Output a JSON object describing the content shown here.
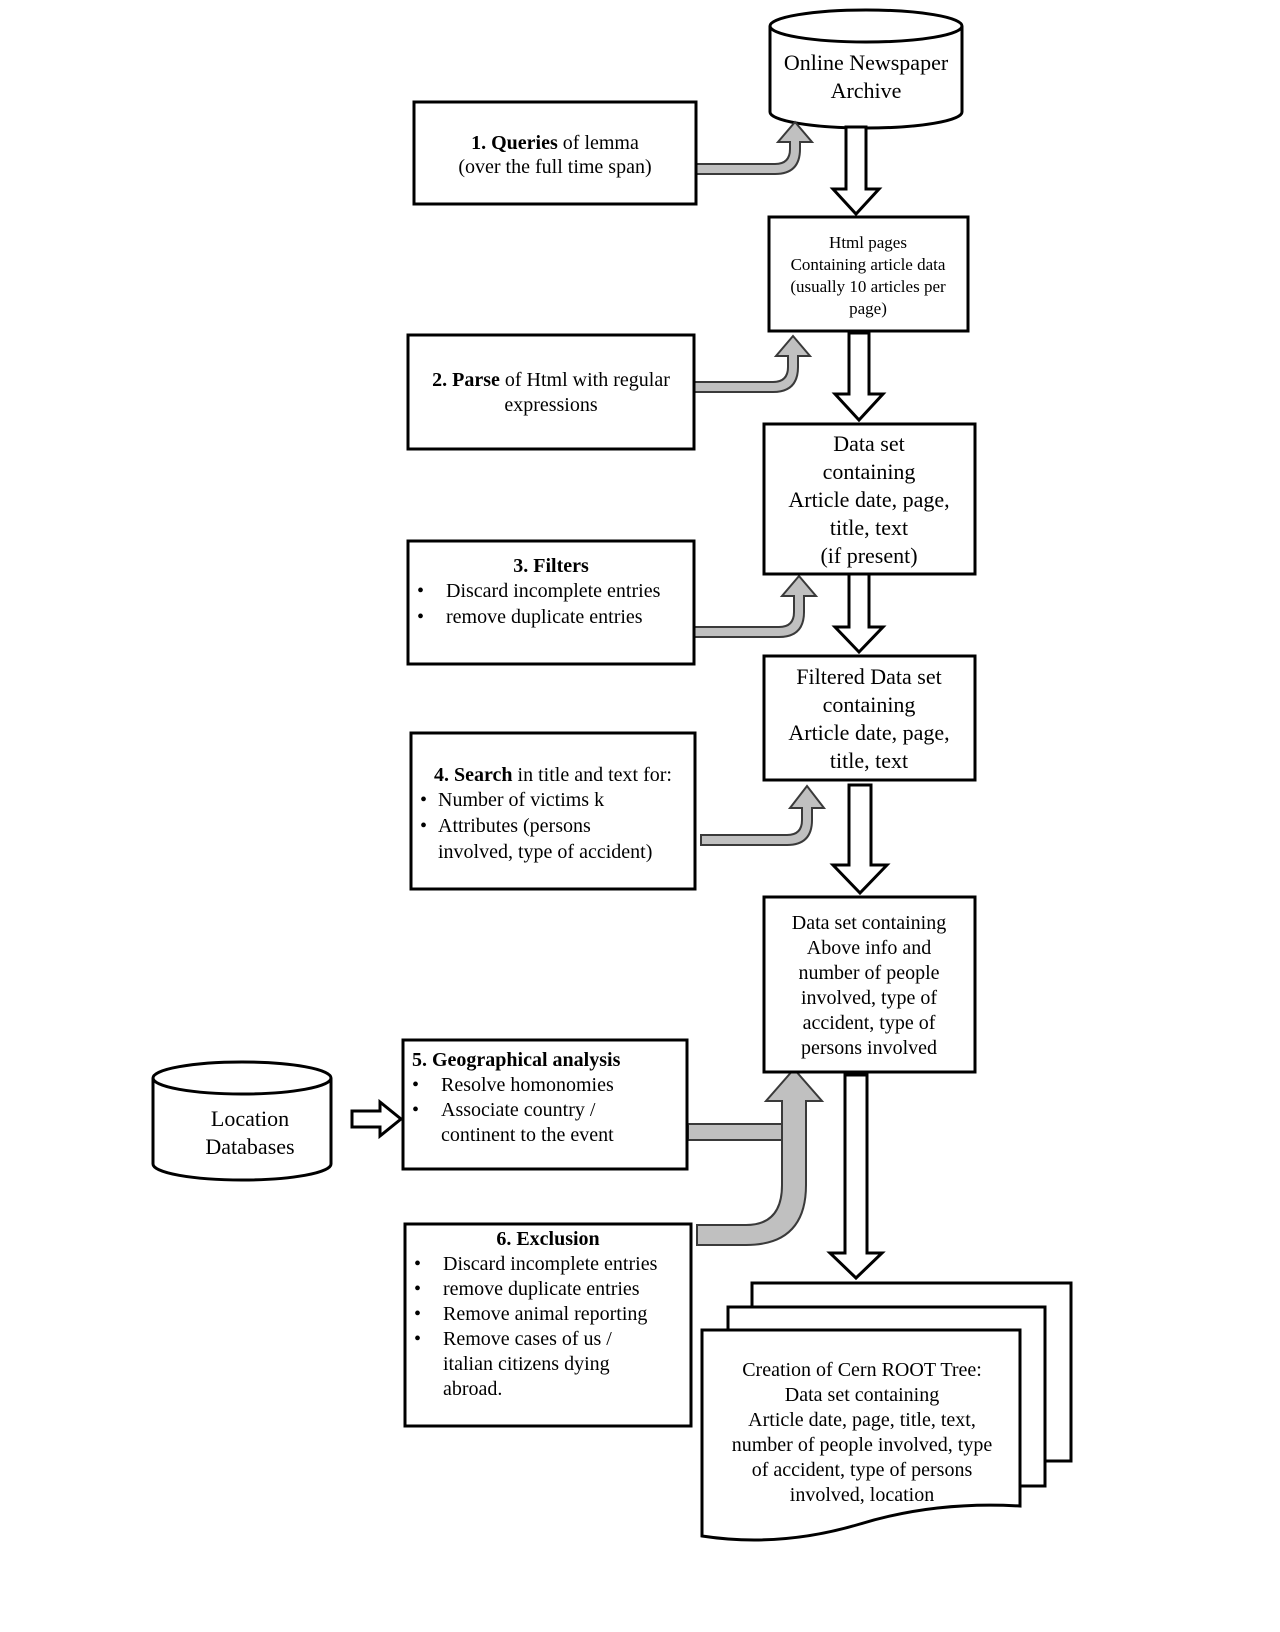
{
  "archive": {
    "line1": "Online Newspaper",
    "line2": "Archive"
  },
  "location_db": {
    "line1": "Location",
    "line2": "Databases"
  },
  "step1": {
    "bold": "1. Queries",
    "rest": "of lemma",
    "line2": "(over the full time span)"
  },
  "step2": {
    "bold": "2. Parse",
    "rest": "of Html with regular",
    "line2": "expressions"
  },
  "step3": {
    "title": "3. Filters",
    "bullets": [
      "Discard incomplete entries",
      "remove duplicate entries"
    ]
  },
  "step4": {
    "bold": "4. Search",
    "rest": "in title and text for:",
    "bullets": [
      "Number of victims k",
      "Attributes (persons",
      "involved, type of accident)"
    ]
  },
  "step5": {
    "title": "5. Geographical analysis",
    "bullets": [
      "Resolve homonomies",
      "Associate country /",
      "continent to the event"
    ]
  },
  "step6": {
    "title": "6. Exclusion",
    "bullets": [
      "Discard incomplete entries",
      "remove duplicate entries",
      "Remove animal  reporting",
      "Remove cases of us /",
      "italian citizens dying",
      "abroad."
    ]
  },
  "html_pages": {
    "lines": [
      "Html pages",
      "Containing article data",
      "(usually 10 articles per",
      "page)"
    ]
  },
  "dataset1": {
    "lines": [
      "Data set",
      "containing",
      "Article date, page,",
      "title, text",
      "(if present)"
    ]
  },
  "filtered": {
    "lines": [
      "Filtered Data set",
      "containing",
      "Article date, page,",
      "title, text"
    ]
  },
  "dataset2": {
    "lines": [
      "Data set containing",
      "Above info and",
      "number of people",
      "involved, type of",
      "accident, type of",
      "persons involved"
    ]
  },
  "root_tree": {
    "lines": [
      "Creation of Cern ROOT Tree:",
      "Data set containing",
      "Article date, page, title, text,",
      "number of people involved, type",
      "of accident, type of persons",
      "involved, location"
    ]
  }
}
